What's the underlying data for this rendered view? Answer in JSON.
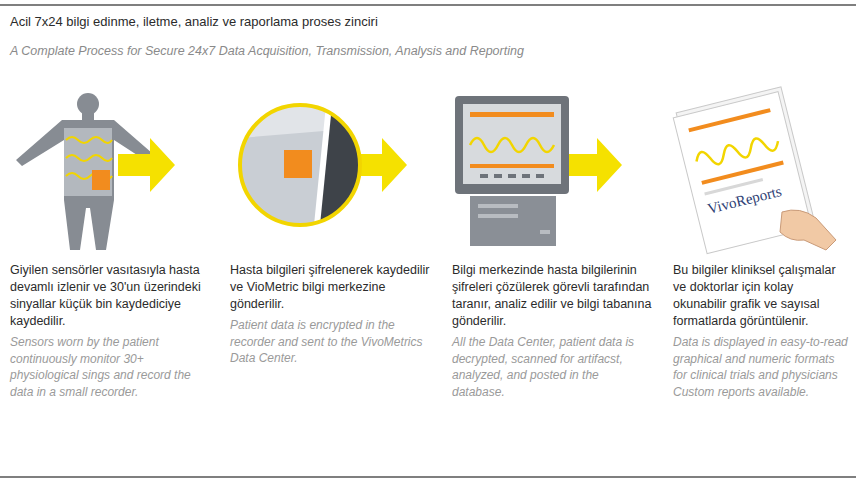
{
  "diagram": {
    "title": "Acil 7x24 bilgi edinme, iletme, analiz ve raporlama proses zinciri",
    "nodes": [
      {
        "text": [
          "VivoReports"
        ]
      }
    ],
    "labels": [
      "A Complate Process for Secure 24x7 Data Acquisition, Transmission, Analysis and Reporting",
      "Giyilen sensörler vasıtasıyla hasta devamlı izlenir ve 30'un üzerindeki sinyallar küçük bin kaydediciye kaydedilir.",
      "Sensors worn by the patient continuously monitor 30+ physiological sings and record the data in a small recorder.",
      "Hasta bilgileri şifrelenerek kaydedilir ve VioMetric bilgi merkezine gönderilir.",
      "Patient data is encrypted in the recorder and sent to the VivoMetrics Data Center.",
      "Bilgi merkezinde hasta bilgilerinin şifreleri çözülerek görevli tarafından taranır, analiz edilir ve bilgi tabanına gönderilir.",
      "All the Data Center, patient data is decrypted, scanned for artifacst, analyzed, and posted in the database.",
      "Bu bilgiler kliniksel çalışmalar ve doktorlar için kolay okunabilir grafik ve sayısal formatlarda görüntülenir.",
      "Data is displayed in easy-to-read graphical and numeric formats for clinical trials and physicians Custom reports available."
    ]
  }
}
